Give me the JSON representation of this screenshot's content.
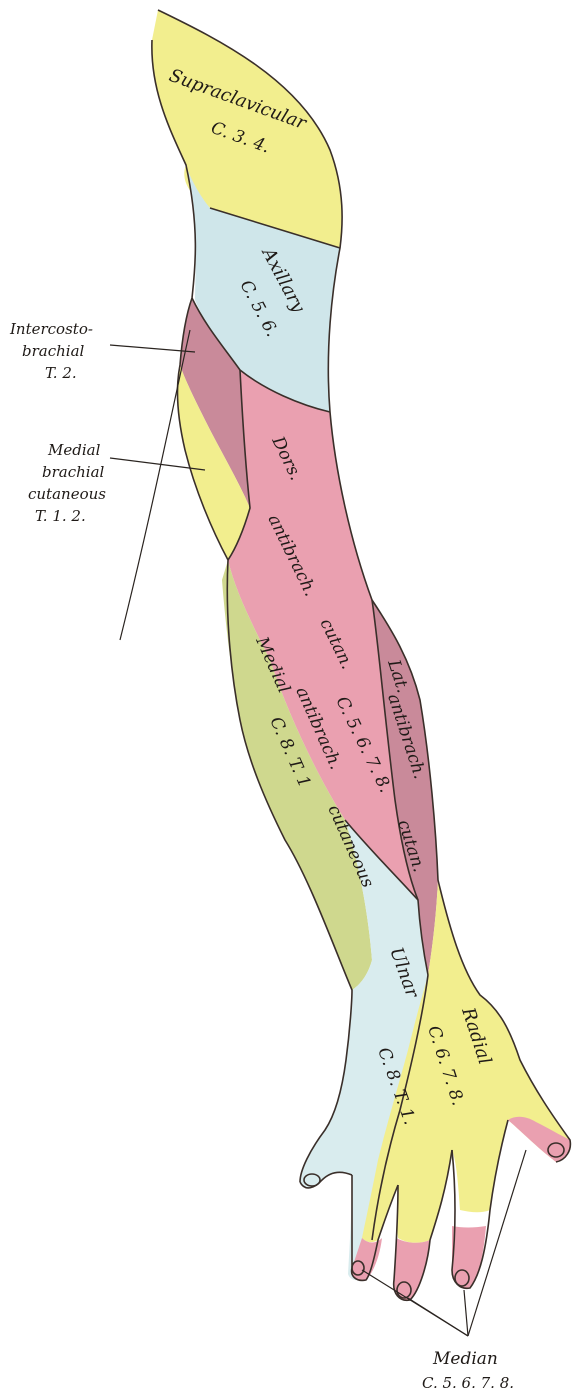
{
  "colors": {
    "supraclavicular": "#f2ee8e",
    "axillary": "#cfe6ea",
    "intercostobrachial": "#c98a9a",
    "medial_brachial": "#f2ee8e",
    "dorsal_antibrachial": "#eaa0b0",
    "medial_antibrachial": "#cfd88e",
    "lateral_antibrachial": "#c98a9a",
    "ulnar": "#d9ecee",
    "radial": "#f2ee8e",
    "median": "#eaa0b0",
    "outline": "#3a2f2a"
  },
  "labels": {
    "supraclavicular": {
      "name": "Supraclavicular",
      "roots": "C. 3. 4."
    },
    "axillary": {
      "name": "Axillary",
      "roots": "C. 5. 6."
    },
    "intercostobrachial": {
      "line1": "Intercosto-",
      "line2": "brachial",
      "roots": "T. 2."
    },
    "medial_brachial": {
      "line1": "Medial",
      "line2": "brachial",
      "line3": "cutaneous",
      "roots": "T. 1. 2."
    },
    "dorsal_antibrachial": {
      "line1": "Dors.",
      "line2": "antibrach.",
      "line3": "cutan.",
      "roots": "C. 5. 6. 7. 8."
    },
    "medial_antibrachial": {
      "line1": "Medial",
      "line2": "antibrach.",
      "line3": "cutaneous",
      "roots": "C. 8. T. 1"
    },
    "lateral_antibrachial": {
      "line1": "Lat.",
      "line2": "antibrach.",
      "line3": "cutan."
    },
    "ulnar": {
      "name": "Ulnar",
      "roots": "C. 8. T. 1."
    },
    "radial": {
      "name": "Radial",
      "roots": "C. 6. 7. 8."
    },
    "median": {
      "name": "Median",
      "roots": "C. 5. 6. 7. 8."
    }
  }
}
